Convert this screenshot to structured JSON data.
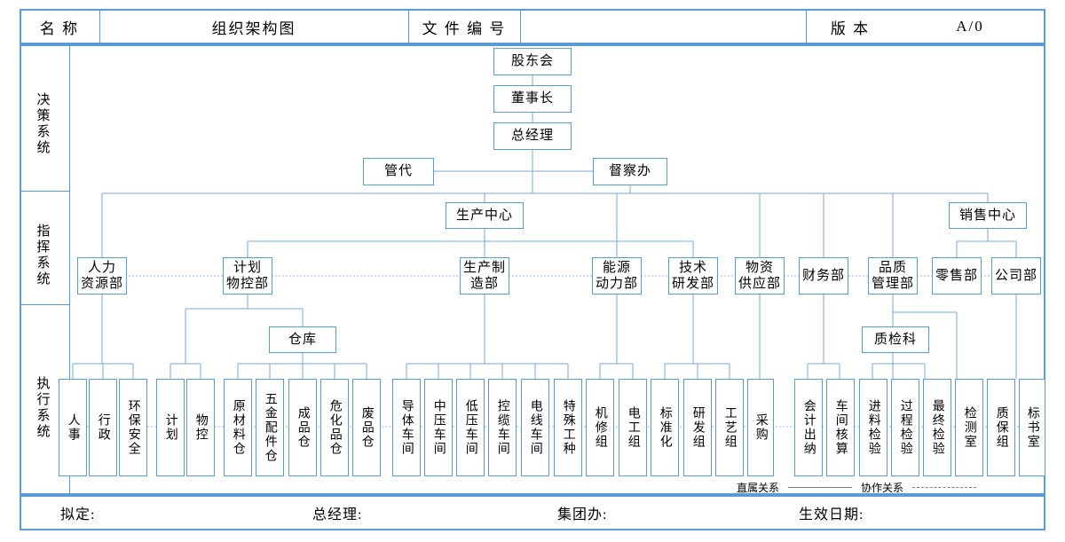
{
  "header": {
    "name_label": "名 称",
    "name_value": "组织架构图",
    "docno_label": "文 件 编 号",
    "docno_value": "",
    "version_label": "版 本",
    "version_value": "A/0"
  },
  "bands": [
    {
      "id": "decision",
      "label": "决策系统"
    },
    {
      "id": "command",
      "label": "指挥系统"
    },
    {
      "id": "execution",
      "label": "执行系统"
    }
  ],
  "nodes": {
    "shareholders": "股东会",
    "chairman": "董事长",
    "gm": "总经理",
    "mgmt_rep": "管代",
    "inspection": "督察办",
    "production_center": "生产中心",
    "sales_center": "销售中心",
    "warehouse": "仓库",
    "qc_section": "质检科"
  },
  "departments": [
    {
      "id": "hr",
      "label": "人力\n资源部"
    },
    {
      "id": "planning",
      "label": "计划\n物控部"
    },
    {
      "id": "mfg",
      "label": "生产制\n造部"
    },
    {
      "id": "energy",
      "label": "能源\n动力部"
    },
    {
      "id": "rnd",
      "label": "技术\n研发部"
    },
    {
      "id": "supply",
      "label": "物资\n供应部"
    },
    {
      "id": "finance",
      "label": "财务部"
    },
    {
      "id": "quality",
      "label": "品质\n管理部"
    },
    {
      "id": "retail",
      "label": "零售部"
    },
    {
      "id": "company",
      "label": "公司部"
    }
  ],
  "teams": [
    {
      "id": "personnel",
      "label": "人事"
    },
    {
      "id": "admin",
      "label": "行政"
    },
    {
      "id": "ehs",
      "label": "环保安全"
    },
    {
      "id": "plan",
      "label": "计划"
    },
    {
      "id": "matctrl",
      "label": "物控"
    },
    {
      "id": "rawwh",
      "label": "原材料仓"
    },
    {
      "id": "hwwh",
      "label": "五金配件仓"
    },
    {
      "id": "fgwh",
      "label": "成品仓"
    },
    {
      "id": "hazwh",
      "label": "危化品仓"
    },
    {
      "id": "scrapwh",
      "label": "废品仓"
    },
    {
      "id": "conductor",
      "label": "导体车间"
    },
    {
      "id": "mediumv",
      "label": "中压车间"
    },
    {
      "id": "lowv",
      "label": "低压车间"
    },
    {
      "id": "control",
      "label": "控缆车间"
    },
    {
      "id": "wire",
      "label": "电线车间"
    },
    {
      "id": "special",
      "label": "特殊工种"
    },
    {
      "id": "maint",
      "label": "机修组"
    },
    {
      "id": "electric",
      "label": "电工组"
    },
    {
      "id": "standard",
      "label": "标准化"
    },
    {
      "id": "rndteam",
      "label": "研发组"
    },
    {
      "id": "process",
      "label": "工艺组"
    },
    {
      "id": "purchase",
      "label": "采购"
    },
    {
      "id": "cashier",
      "label": "会计出纳"
    },
    {
      "id": "costing",
      "label": "车间核算"
    },
    {
      "id": "incoming",
      "label": "进料检验"
    },
    {
      "id": "inprocess",
      "label": "过程检验"
    },
    {
      "id": "final",
      "label": "最终检验"
    },
    {
      "id": "lab",
      "label": "检测室"
    },
    {
      "id": "qa",
      "label": "质保组"
    },
    {
      "id": "tender",
      "label": "标书室"
    }
  ],
  "legend": {
    "direct_label": "直属关系",
    "coop_label": "协作关系"
  },
  "footer": {
    "drafted": "拟定:",
    "gm": "总经理:",
    "group_office": "集团办:",
    "effective_date": "生效日期:"
  },
  "colors": {
    "border": "#5B9BD5",
    "wire": "#7BA7D7",
    "coop": "#8FB8E0",
    "text": "#000000",
    "background": "#FFFFFF"
  }
}
